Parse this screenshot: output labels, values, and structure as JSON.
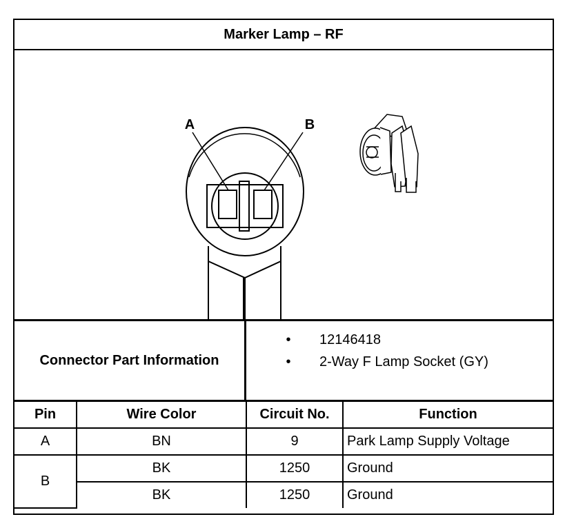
{
  "title": "Marker Lamp – RF",
  "diagram": {
    "pin_labels": [
      "A",
      "B"
    ]
  },
  "connector_info": {
    "label": "Connector Part Information",
    "items": [
      "12146418",
      "2-Way F Lamp Socket (GY)"
    ],
    "bullet": "•"
  },
  "pin_table": {
    "headers": [
      "Pin",
      "Wire Color",
      "Circuit No.",
      "Function"
    ],
    "rows": [
      {
        "pin": "A",
        "wire_color": "BN",
        "circuit": "9",
        "function": "Park Lamp Supply Voltage"
      },
      {
        "pin": "B",
        "wire_color": "BK",
        "circuit": "1250",
        "function": "Ground"
      },
      {
        "pin": "",
        "wire_color": "BK",
        "circuit": "1250",
        "function": "Ground"
      }
    ]
  }
}
